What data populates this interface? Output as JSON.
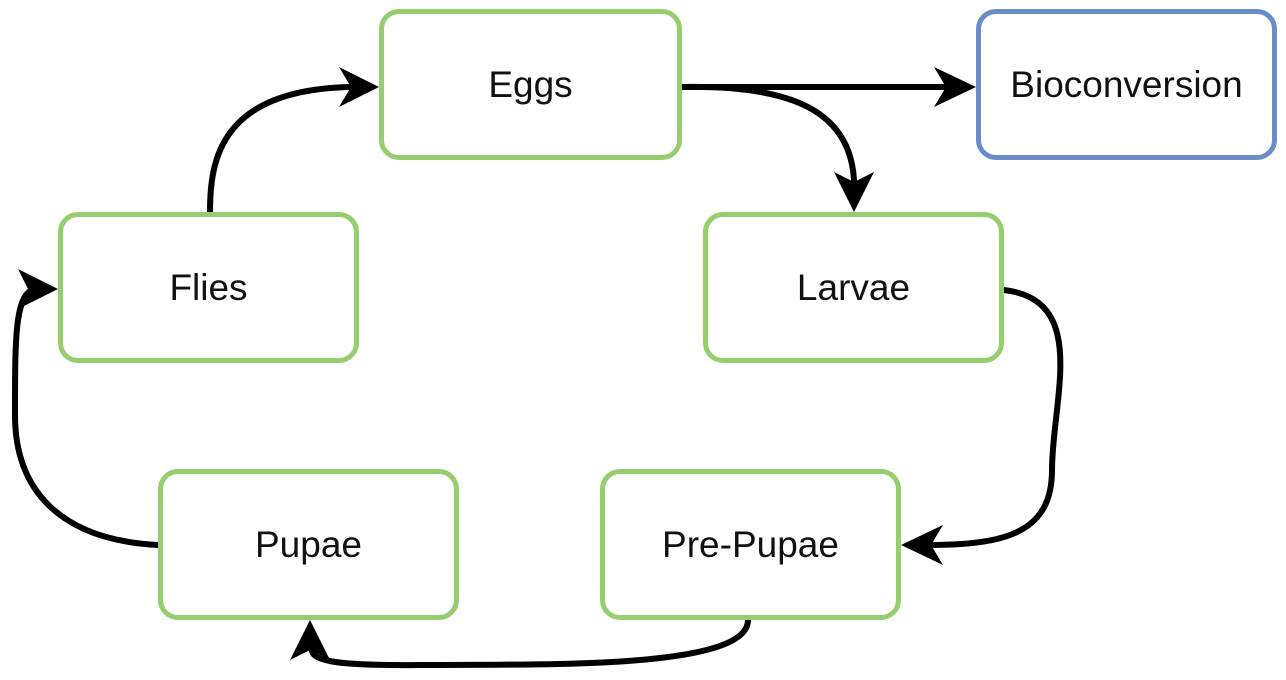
{
  "nodes": {
    "eggs": {
      "label": "Eggs",
      "color": "#96cd6e"
    },
    "bioconversion": {
      "label": "Bioconversion",
      "color": "#6a8cc7"
    },
    "flies": {
      "label": "Flies",
      "color": "#96cd6e"
    },
    "larvae": {
      "label": "Larvae",
      "color": "#96cd6e"
    },
    "pupae": {
      "label": "Pupae",
      "color": "#96cd6e"
    },
    "prepupae": {
      "label": "Pre-Pupae",
      "color": "#96cd6e"
    }
  },
  "edges": [
    {
      "from": "Eggs",
      "to": "Bioconversion"
    },
    {
      "from": "Eggs",
      "to": "Larvae"
    },
    {
      "from": "Larvae",
      "to": "Pre-Pupae"
    },
    {
      "from": "Pre-Pupae",
      "to": "Pupae"
    },
    {
      "from": "Pupae",
      "to": "Flies"
    },
    {
      "from": "Flies",
      "to": "Eggs"
    }
  ],
  "edge_color": "#000000"
}
